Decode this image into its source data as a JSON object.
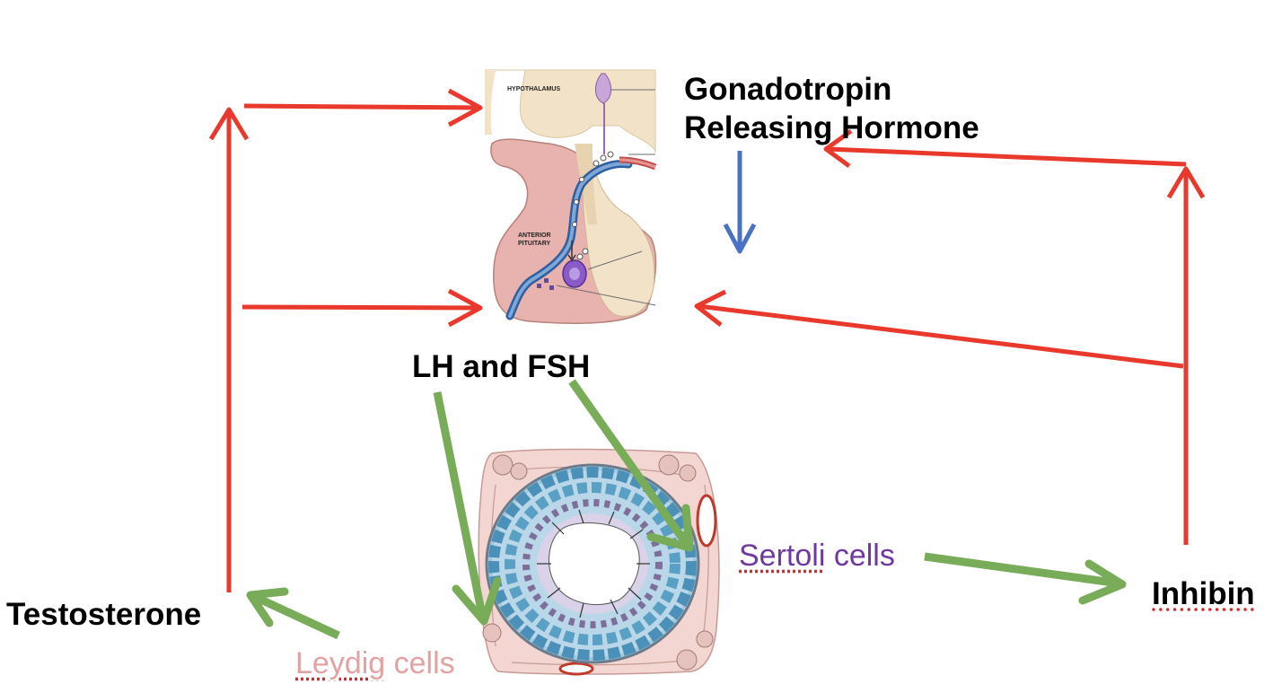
{
  "labels": {
    "gnrh_line1": "Gonadotropin",
    "gnrh_line2": "Releasing Hormone",
    "lh_fsh": "LH and FSH",
    "testosterone": "Testosterone",
    "inhibin": "Inhibin",
    "sertoli_word": "Sertoli",
    "sertoli_rest": " cells",
    "leydig_word": "Leydig",
    "leydig_rest": " cells"
  },
  "pituitary_figure": {
    "hypothalamus": "HYPOTHALAMUS",
    "anterior_line1": "ANTERIOR",
    "anterior_line2": "PITUITARY"
  },
  "colors": {
    "feedback_arrow": "#e8392c",
    "stimulation_arrow": "#78ac58",
    "release_arrow": "#4a72c4",
    "sertoli_text": "#6e3aa0",
    "leydig_text": "#e3a2a2",
    "spellcheck_underline": "#d9262a"
  }
}
